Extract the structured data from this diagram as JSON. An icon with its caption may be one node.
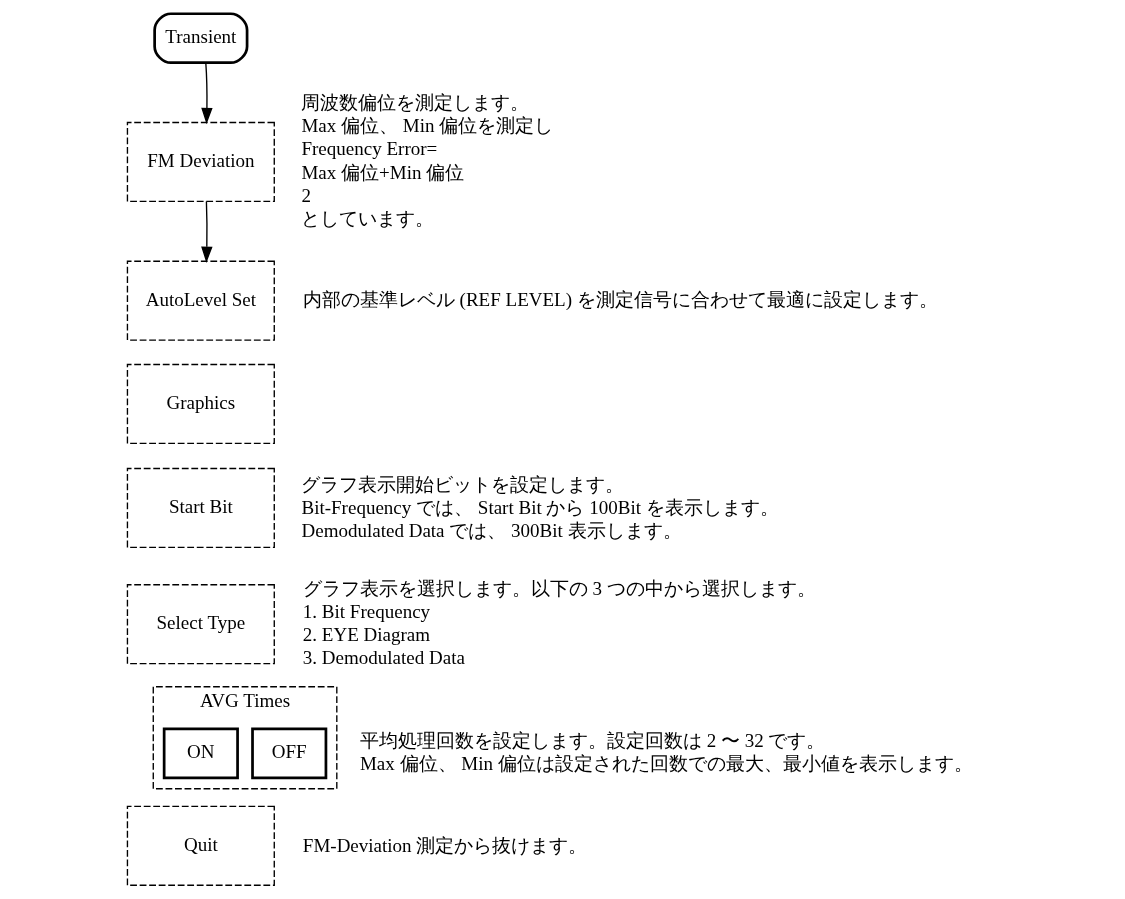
{
  "diagram": {
    "nodes": [
      {
        "text": [
          "Transient"
        ]
      },
      {
        "text": [
          "FM Deviation"
        ],
        "beside": [
          "周波数偏位を測定します。",
          "Max 偏位、 Min 偏位を測定し",
          "Frequency Error=",
          "Max 偏位+Min 偏位",
          "2",
          "としています。"
        ]
      },
      {
        "text": [
          "AutoLevel Set"
        ],
        "beside": [
          "内部の基準レベル (REF LEVEL) を測定信号に合わせて最適に設定します。"
        ]
      },
      {
        "text": [
          "Graphics"
        ]
      },
      {
        "text": [
          "Start Bit"
        ],
        "beside": [
          "グラフ表示開始ビットを設定します。",
          "Bit-Frequency では、 Start Bit から 100Bit を表示します。",
          "Demodulated Data では、 300Bit 表示します。"
        ]
      },
      {
        "text": [
          "Select Type"
        ],
        "beside": [
          "グラフ表示を選択します。以下の 3 つの中から選択します。",
          "1. Bit Frequency",
          "2. EYE Diagram",
          "3. Demodulated Data"
        ]
      },
      {
        "text": [
          "AVG Times"
        ],
        "beside": [
          "平均処理回数を設定します。設定回数は 2 〜 32 です。",
          "Max 偏位、 Min 偏位は設定された回数での最大、最小値を表示します。"
        ]
      },
      {
        "text": [
          "ON"
        ],
        "in": 6
      },
      {
        "text": [
          "OFF"
        ],
        "in": 6
      },
      {
        "text": [
          "Quit"
        ],
        "beside": [
          "FM-Deviation 測定から抜けます。"
        ]
      }
    ],
    "edges": [
      {
        "from": 0,
        "to": 1,
        "arrow": "to"
      },
      {
        "from": 1,
        "to": 2,
        "arrow": "to"
      }
    ]
  }
}
